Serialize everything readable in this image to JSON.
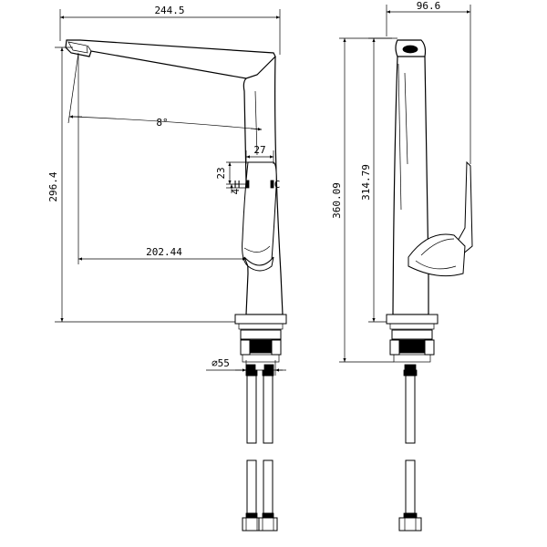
{
  "front_view": {
    "dims": {
      "overall_length": "244.5",
      "angle": "8°",
      "height_left": "296.4",
      "handle_width": "27",
      "handle_height": "23",
      "handle_offset": "4",
      "spout_reach": "202.44",
      "base_diameter": "∅55"
    },
    "handle_marks": {
      "hot": "H",
      "cold": "C"
    }
  },
  "side_view": {
    "dims": {
      "width": "96.6",
      "height_total": "360.09",
      "height_body": "314.79"
    }
  }
}
